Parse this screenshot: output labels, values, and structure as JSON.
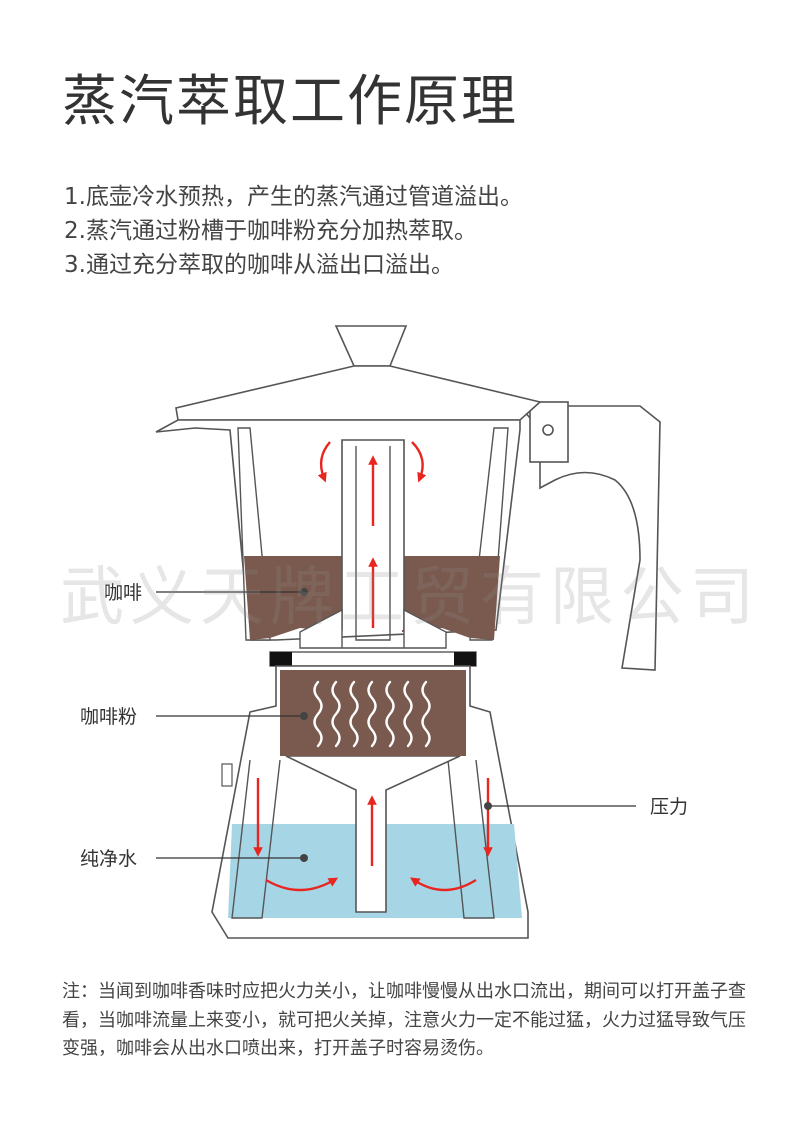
{
  "title": "蒸汽萃取工作原理",
  "steps": [
    "1.底壶冷水预热，产生的蒸汽通过管道溢出。",
    "2.蒸汽通过粉槽于咖啡粉充分加热萃取。",
    "3.通过充分萃取的咖啡从溢出口溢出。"
  ],
  "labels": {
    "coffee": "咖啡",
    "coffee_powder": "咖啡粉",
    "pure_water": "纯净水",
    "pressure": "压力"
  },
  "watermark": "武义天牌工贸有限公司",
  "note": "注：当闻到咖啡香味时应把火力关小，让咖啡慢慢从出水口流出，期间可以打开盖子查看，当咖啡流量上来变小，就可把火关掉，注意火力一定不能过猛，火力过猛导致气压变强，咖啡会从出水口喷出来，打开盖子时容易烫伤。",
  "colors": {
    "coffee": "#7a5a4e",
    "water": "#a6d6e6",
    "arrow": "#e8261f",
    "outline": "#555555"
  }
}
